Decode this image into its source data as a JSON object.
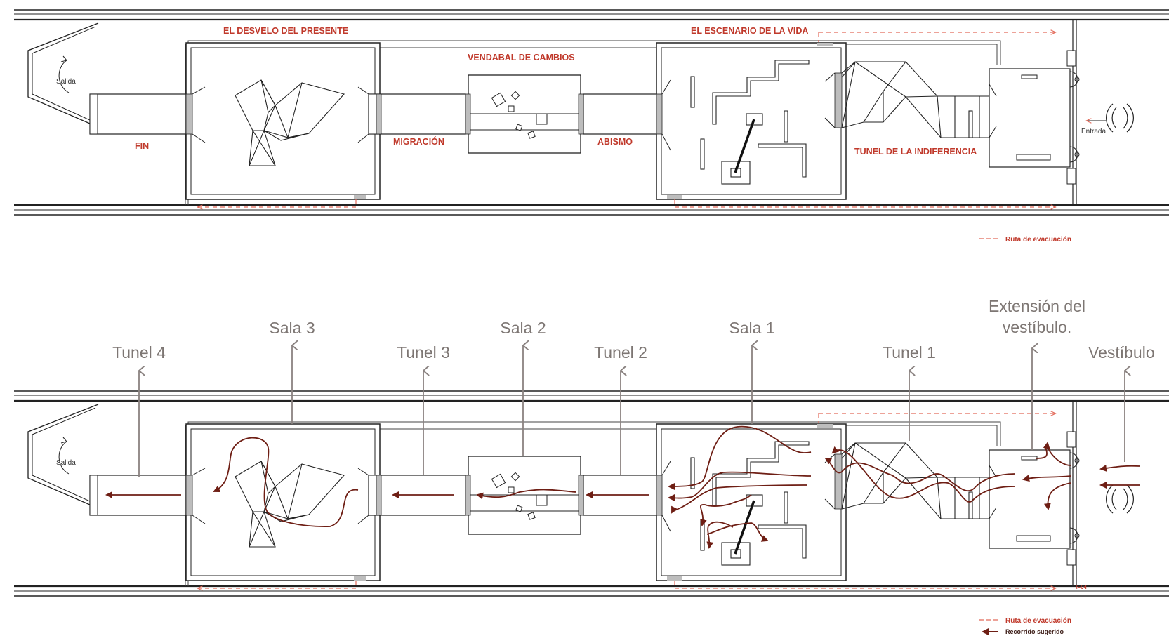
{
  "colors": {
    "line": "#222222",
    "red_label": "#c0392b",
    "route": "#e26a5a",
    "path": "#6e1e14",
    "gray_label": "#7d7673",
    "gray_arrow": "#8a8280",
    "wall": "#bdbdbd"
  },
  "top_plan": {
    "labels": {
      "desvelo": "EL DESVELO DEL PRESENTE",
      "escenario": "EL ESCENARIO DE LA VIDA",
      "vendabal": "VENDABAL DE CAMBIOS",
      "fin": "FIN",
      "migracion": "MIGRACIÓN",
      "abismo": "ABISMO",
      "tunel_indiferencia": "TUNEL DE LA INDIFERENCIA",
      "salida": "Salida",
      "entrada": "Entrada"
    },
    "legend": {
      "evacuacion": "Ruta de evacuación"
    }
  },
  "bottom_plan": {
    "labels": {
      "tunel4": "Tunel 4",
      "sala3": "Sala 3",
      "tunel3": "Tunel 3",
      "sala2": "Sala 2",
      "tunel2": "Tunel 2",
      "sala1": "Sala 1",
      "tunel1": "Tunel 1",
      "extension_line1": "Extensión del",
      "extension_line2": "vestíbulo.",
      "vestibulo": "Vestíbulo",
      "salida": "Salida",
      "code": "IF04"
    },
    "legend": {
      "evacuacion": "Ruta de evacuación",
      "recorrido": "Recorrido sugerido"
    }
  }
}
